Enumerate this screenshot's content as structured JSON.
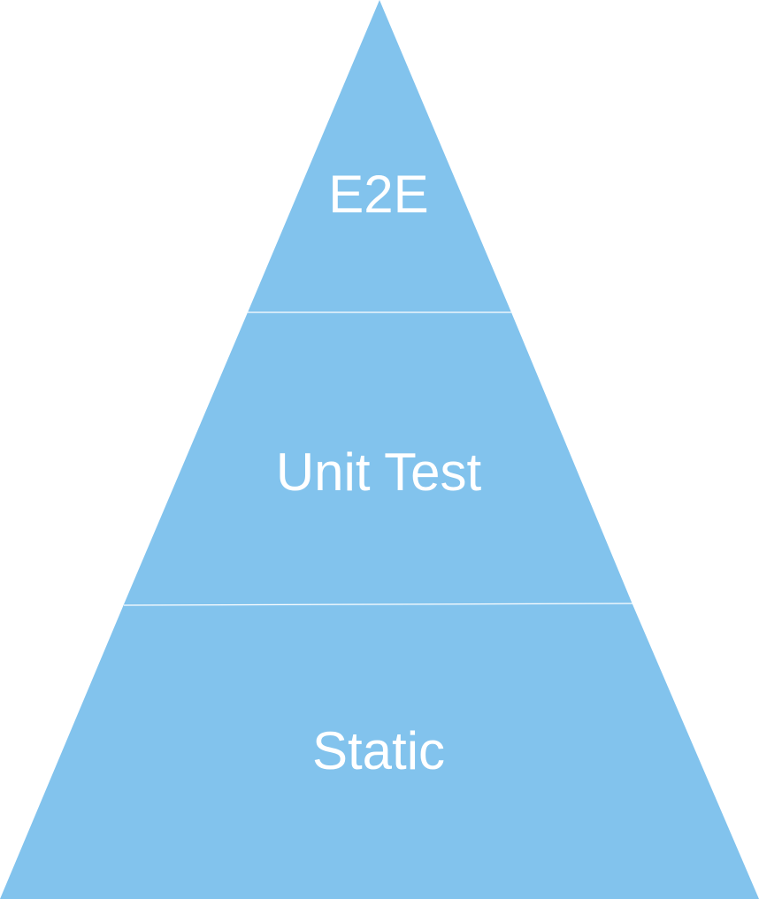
{
  "colors": {
    "tier_fill": "#82C3ED",
    "divider": "#ffffff",
    "label": "#ffffff",
    "background": "#ffffff"
  },
  "pyramid": {
    "tiers": [
      {
        "label": "E2E"
      },
      {
        "label": "Unit Test"
      },
      {
        "label": "Static"
      }
    ]
  }
}
